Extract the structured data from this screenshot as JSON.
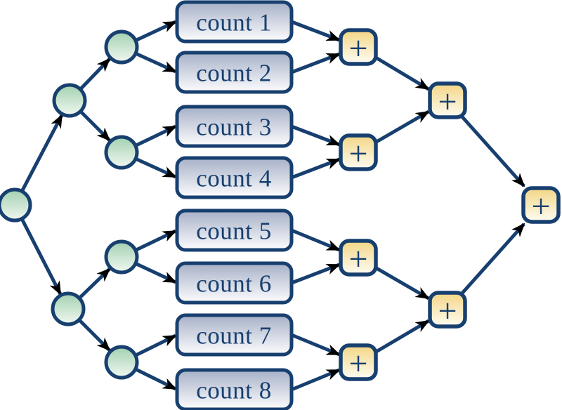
{
  "diagram": {
    "leaves": [
      "count 1",
      "count 2",
      "count 3",
      "count 4",
      "count 5",
      "count 6",
      "count 7",
      "count 8"
    ],
    "combine_symbol": "+",
    "colors": {
      "outline_navy": "#173f6f",
      "arrowhead_black": "#000000",
      "circle_gradient_top": "#a2d0b0",
      "circle_gradient_bottom": "#f2f8f2",
      "box_gradient_top": "#a6b0c7",
      "box_gradient_bottom": "#fdfdfe",
      "plus_gradient_top": "#f3d584",
      "plus_gradient_bottom": "#fefdf4",
      "background": "#ffffff"
    }
  }
}
